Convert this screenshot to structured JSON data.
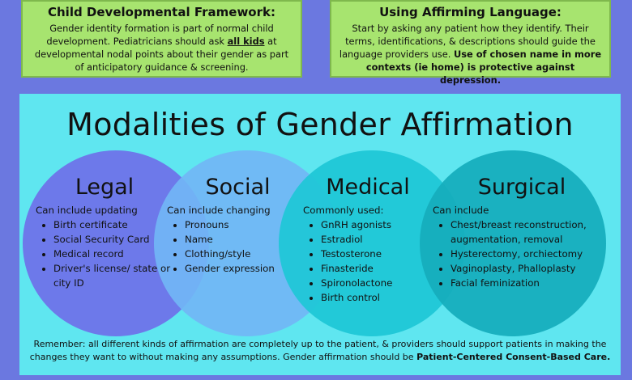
{
  "framework": {
    "heading": "Child Developmental Framework:",
    "text_1": "Gender identity formation is part of normal child development. Pediatricians should ask ",
    "text_emph": "all kids",
    "text_2": " at developmental nodal points about their gender as part of anticipatory guidance & screening."
  },
  "language": {
    "heading": "Using Affirming Language:",
    "text_1": "Start by asking any patient how they identify. Their terms, identifications, & descriptions should guide the language providers use. ",
    "text_bold": "Use of chosen name in more contexts (ie home) is protective against depression."
  },
  "main": {
    "title": "Modalities of Gender Affirmation",
    "columns": [
      {
        "title": "Legal",
        "lead": "Can include updating",
        "items": [
          "Birth certificate",
          "Social Security Card",
          "Medical record",
          "Driver's license/ state or city ID"
        ]
      },
      {
        "title": "Social",
        "lead": "Can include changing",
        "items": [
          "Pronouns",
          "Name",
          "Clothing/style",
          "Gender expression"
        ]
      },
      {
        "title": "Medical",
        "lead": "Commonly used:",
        "items": [
          "GnRH agonists",
          "Estradiol",
          "Testosterone",
          "Finasteride",
          "Spironolactone",
          "Birth control"
        ]
      },
      {
        "title": "Surgical",
        "lead": "Can include",
        "items": [
          "Chest/breast reconstruction, augmentation, removal",
          "Hysterectomy, orchiectomy",
          "Vaginoplasty, Phalloplasty",
          "Facial feminization"
        ]
      }
    ]
  },
  "footer": {
    "text": "Remember: all different kinds of affirmation are completely up to the patient, & providers should support patients in making the changes they want to without making any assumptions. Gender affirmation should be ",
    "bold": "Patient-Centered Consent-Based Care."
  }
}
